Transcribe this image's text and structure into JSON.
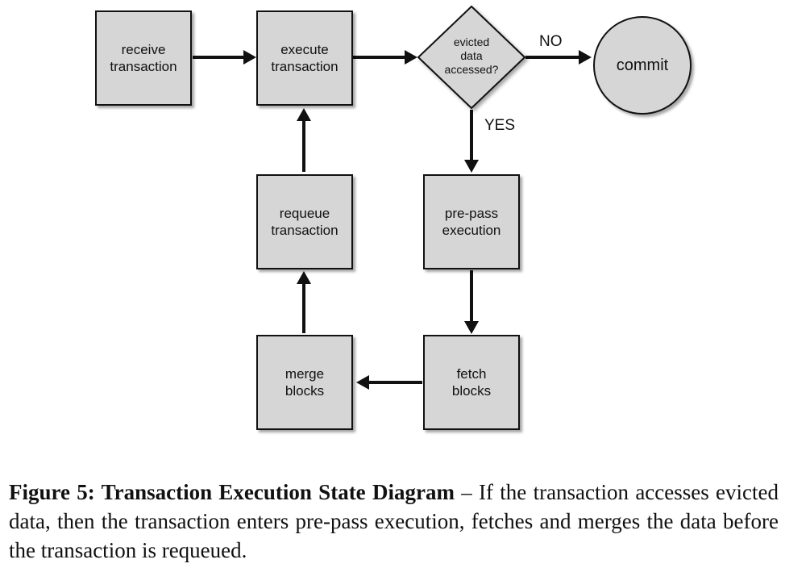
{
  "diagram": {
    "nodes": {
      "receive": {
        "line1": "receive",
        "line2": "transaction"
      },
      "execute": {
        "line1": "execute",
        "line2": "transaction"
      },
      "decision": {
        "line1": "evicted",
        "line2": "data",
        "line3": "accessed?"
      },
      "commit": {
        "label": "commit"
      },
      "prepass": {
        "line1": "pre-pass",
        "line2": "execution"
      },
      "requeue": {
        "line1": "requeue",
        "line2": "transaction"
      },
      "fetch": {
        "line1": "fetch",
        "line2": "blocks"
      },
      "merge": {
        "line1": "merge",
        "line2": "blocks"
      }
    },
    "edge_labels": {
      "no": "NO",
      "yes": "YES"
    },
    "colors": {
      "node_fill": "#d6d6d6",
      "stroke": "#111111"
    }
  },
  "caption": {
    "label": "Figure 5:",
    "title": "Transaction Execution State Diagram",
    "text": " – If the transaction accesses evicted data, then the transaction enters pre-pass execution, fetches and merges the data before the transaction is requeued."
  }
}
